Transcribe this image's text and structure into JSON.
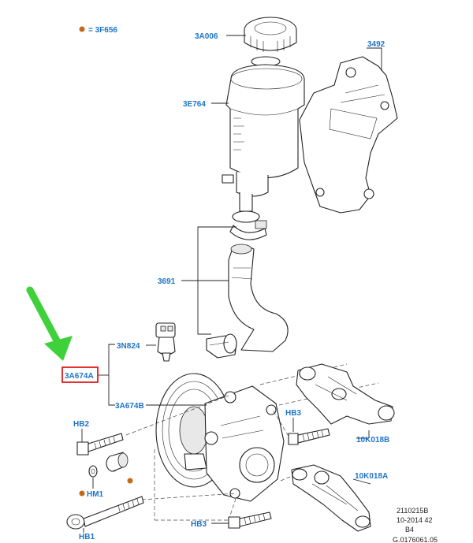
{
  "legend": {
    "label": "= 3F656",
    "dot_color": "#c46a17"
  },
  "parts": {
    "cap": "3A006",
    "bracket": "3492",
    "reservoir": "3E764",
    "hose": "3691",
    "sensor": "3N824",
    "pump_assembly": "3A674A",
    "pump": "3A674B",
    "bolt_hb2": "HB2",
    "bolt_hb3_upper": "HB3",
    "mount_upper": "10K018B",
    "marker_hm1": "HM1",
    "mount_lower": "10K018A",
    "bolt_hb3_lower": "HB3",
    "bolt_hb1": "HB1"
  },
  "meta": {
    "line1": "2110215B",
    "line2": "10-2014 42",
    "line3": "B4",
    "line4": "G.0176061.05"
  },
  "colors": {
    "label": "#1f74c9",
    "highlight_box": "#e01b1b",
    "arrow": "#3fd13a",
    "marker_dot": "#c46a17"
  }
}
